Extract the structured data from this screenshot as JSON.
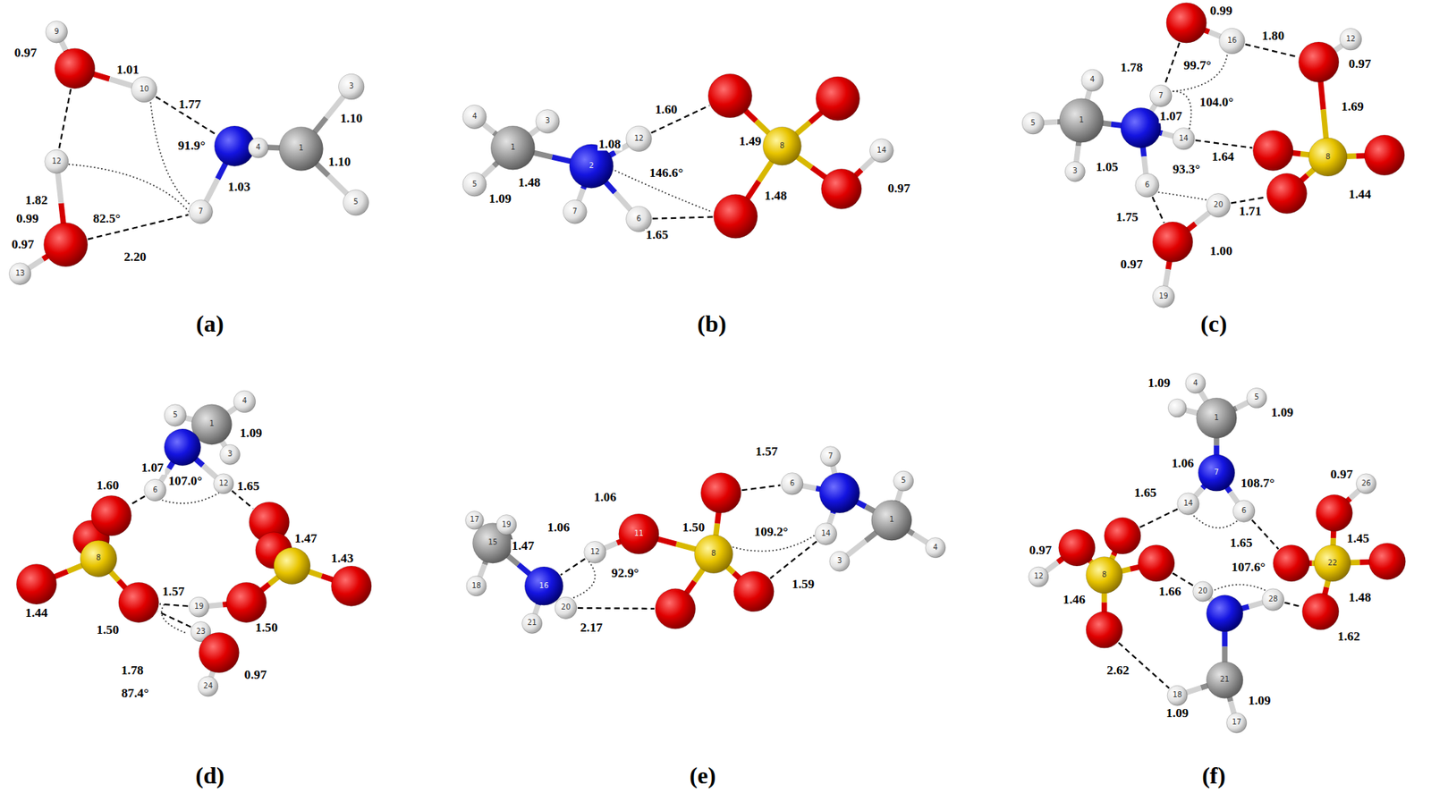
{
  "diagram": {
    "labels": [
      "0.97",
      "1.01",
      "1.77",
      "1.10",
      "91.9°",
      "1.10",
      "1.03",
      "1.82",
      "0.99",
      "82.5°",
      "0.97",
      "2.20",
      "(a)",
      "9",
      "10",
      "12",
      "13",
      "7",
      "4",
      "1",
      "3",
      "5",
      "1.60",
      "1.08",
      "1.49",
      "1.48",
      "1.09",
      "146.6°",
      "1.48",
      "0.97",
      "1.65",
      "(b)",
      "4",
      "3",
      "5",
      "1",
      "2",
      "12",
      "7",
      "6",
      "8",
      "14",
      "0.99",
      "1.80",
      "1.78",
      "99.7°",
      "0.97",
      "104.0°",
      "1.69",
      "1.07",
      "1.64",
      "1.44",
      "1.05",
      "93.3°",
      "1.75",
      "1.71",
      "1.00",
      "0.97",
      "(c)",
      "16",
      "12",
      "7",
      "14",
      "6",
      "20",
      "19",
      "1",
      "4",
      "3",
      "5",
      "8",
      "1.07",
      "107.0°",
      "1.09",
      "1.60",
      "1.65",
      "1.47",
      "1.43",
      "1.44",
      "1.50",
      "1.57",
      "1.50",
      "1.78",
      "87.4°",
      "0.97",
      "(d)",
      "4",
      "5",
      "1",
      "3",
      "6",
      "12",
      "8",
      "19",
      "23",
      "24",
      "1.57",
      "1.06",
      "1.50",
      "109.2°",
      "1.06",
      "1.47",
      "92.9°",
      "1.59",
      "2.17",
      "(e)",
      "15",
      "17",
      "19",
      "18",
      "16",
      "21",
      "20",
      "12",
      "11",
      "8",
      "14",
      "7",
      "5",
      "1",
      "4",
      "3",
      "6",
      "1.09",
      "1.09",
      "1.06",
      "0.97",
      "1.65",
      "108.7°",
      "1.65",
      "1.45",
      "0.97",
      "1.66",
      "107.6°",
      "1.46",
      "1.48",
      "1.62",
      "2.62",
      "1.09",
      "1.09",
      "(f)",
      "1",
      "4",
      "5",
      "7",
      "14",
      "6",
      "12",
      "8",
      "22",
      "26",
      "20",
      "28",
      "21",
      "18",
      "17"
    ]
  }
}
